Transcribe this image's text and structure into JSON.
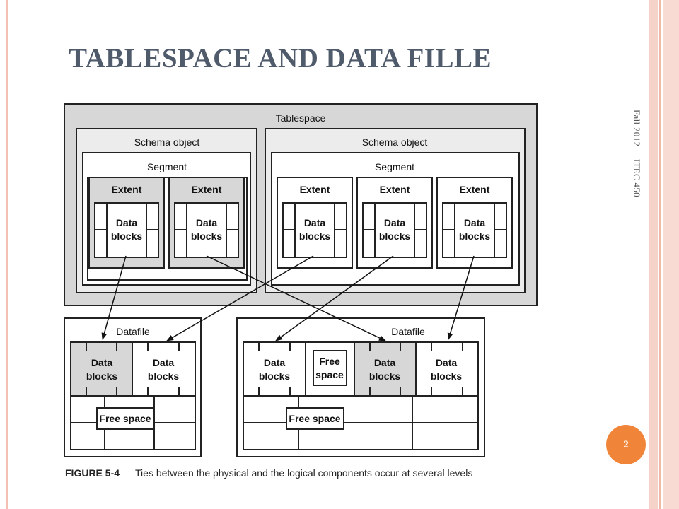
{
  "slide": {
    "title": "TABLESPACE AND DATA FILLE",
    "side_text": "Fall 2012     ITEC 450",
    "page_number": "2"
  },
  "figure": {
    "tablespace_label": "Tablespace",
    "schema_object_label": "Schema object",
    "segment_label": "Segment",
    "extent_label": "Extent",
    "data_label": "Data",
    "blocks_label": "blocks",
    "datafile_label": "Datafile",
    "free_label": "Free",
    "space_label": "space",
    "free_space_label": "Free space",
    "caption_number": "FIGURE 5-4",
    "caption_text": "Ties between the physical and the logical components occur at several levels"
  },
  "colors": {
    "accent": "#f0853a",
    "title": "#4f5a6b",
    "shaded": "#d7d7d7"
  }
}
